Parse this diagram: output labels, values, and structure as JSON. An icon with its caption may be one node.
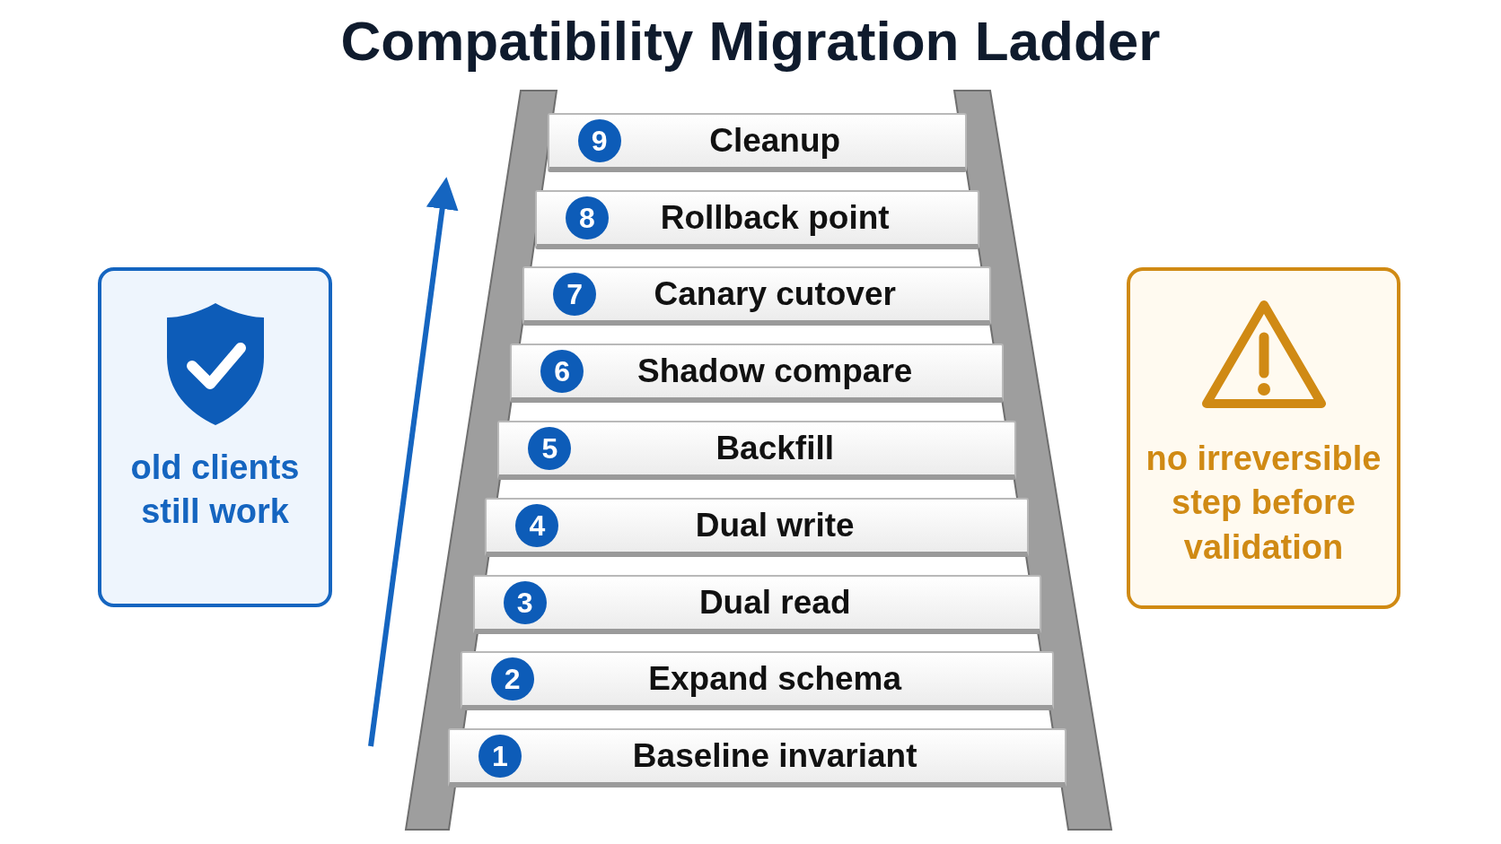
{
  "diagram": {
    "title": "Compatibility Migration Ladder",
    "nodes": [
      {
        "text": [
          "9",
          "Cleanup"
        ]
      },
      {
        "text": [
          "8",
          "Rollback point"
        ]
      },
      {
        "text": [
          "7",
          "Canary cutover"
        ]
      },
      {
        "text": [
          "6",
          "Shadow compare"
        ]
      },
      {
        "text": [
          "5",
          "Backfill"
        ]
      },
      {
        "text": [
          "4",
          "Dual write"
        ]
      },
      {
        "text": [
          "3",
          "Dual read"
        ]
      },
      {
        "text": [
          "2",
          "Expand schema"
        ]
      },
      {
        "text": [
          "1",
          "Baseline invariant"
        ]
      },
      {
        "text": [
          "old clients still work"
        ]
      },
      {
        "text": [
          "no irreversible step before validation"
        ]
      }
    ]
  }
}
